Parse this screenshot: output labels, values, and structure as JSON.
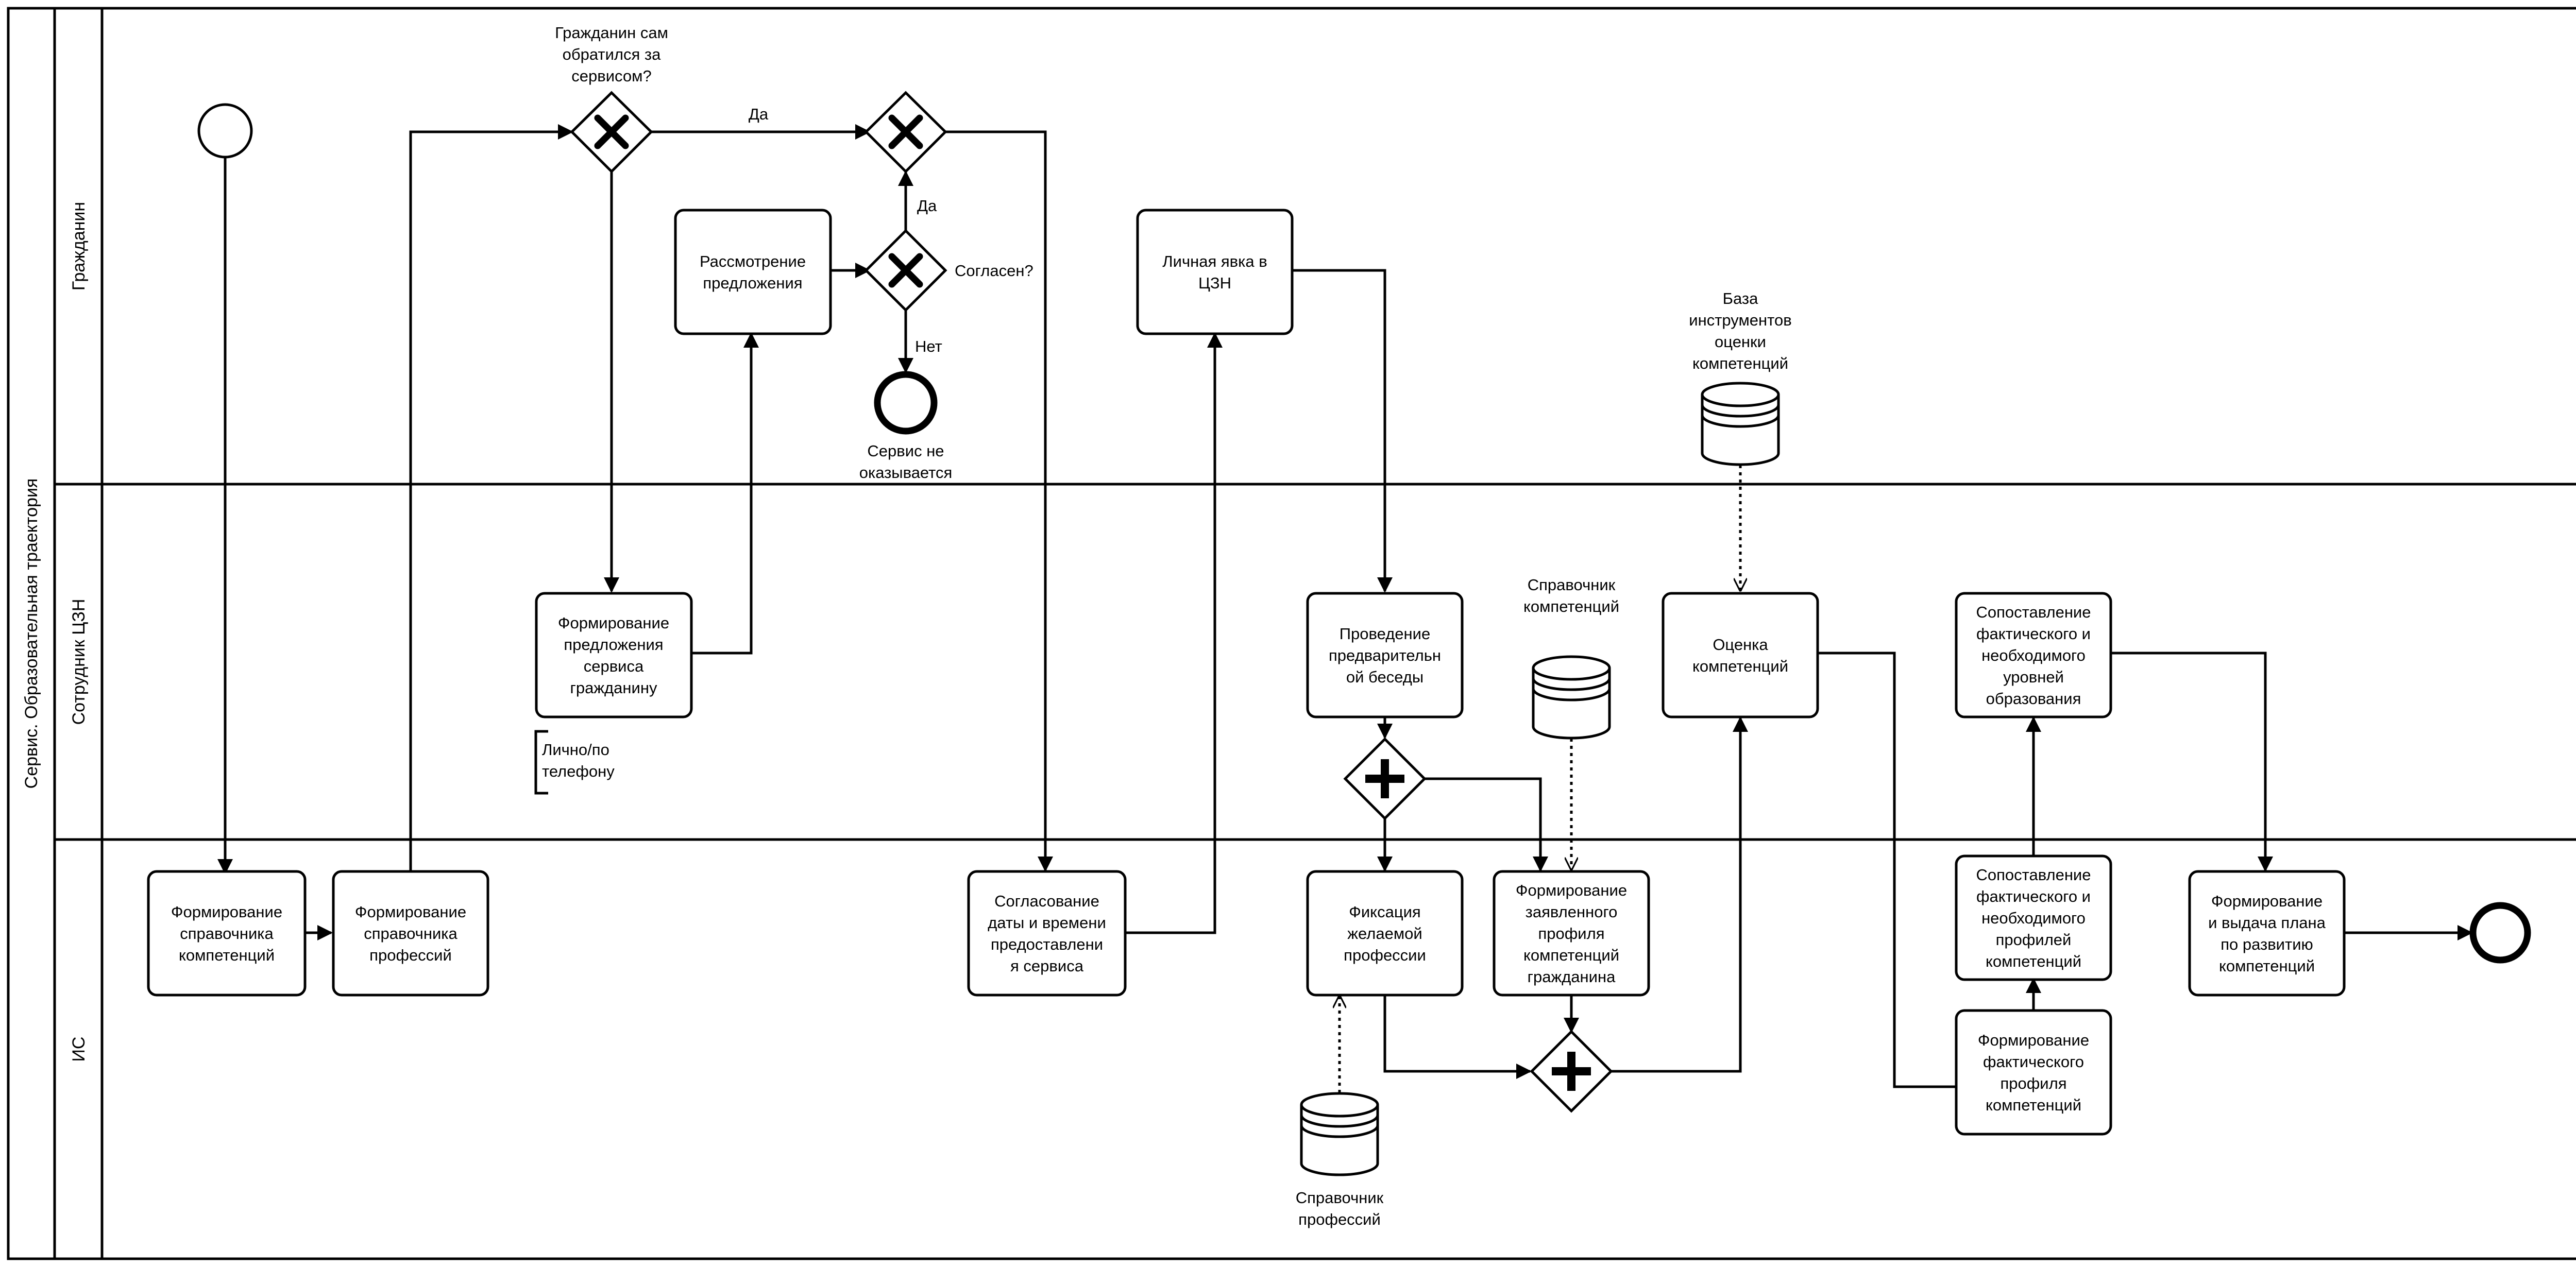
{
  "pool": {
    "title": "Сервис. Образовательная траектория"
  },
  "lanes": [
    {
      "id": "citizen",
      "name": "Гражданин"
    },
    {
      "id": "staff",
      "name": "Сотрудник ЦЗН"
    },
    {
      "id": "is",
      "name": "ИС"
    }
  ],
  "tasks": [
    {
      "id": "t_review",
      "lines": [
        "Рассмотрение",
        "предложения"
      ]
    },
    {
      "id": "t_visit",
      "lines": [
        "Личная явка в",
        "ЦЗН"
      ]
    },
    {
      "id": "t_proposal",
      "lines": [
        "Формирование",
        "предложения",
        "сервиса",
        "гражданину"
      ]
    },
    {
      "id": "t_talk",
      "lines": [
        "Проведение",
        "предварительн",
        "ой беседы"
      ]
    },
    {
      "id": "t_assess",
      "lines": [
        "Оценка",
        "компетенций"
      ]
    },
    {
      "id": "t_cmp_level",
      "lines": [
        "Сопоставление",
        "фактического и",
        "необходимого",
        "уровней",
        "образования"
      ]
    },
    {
      "id": "t_comp_dir",
      "lines": [
        "Формирование",
        "справочника",
        "компетенций"
      ]
    },
    {
      "id": "t_prof_dir",
      "lines": [
        "Формирование",
        "справочника",
        "профессий"
      ]
    },
    {
      "id": "t_agree",
      "lines": [
        "Согласование",
        "даты и времени",
        "предоставлени",
        "я сервиса"
      ]
    },
    {
      "id": "t_fix",
      "lines": [
        "Фиксация",
        "желаемой",
        "профессии"
      ]
    },
    {
      "id": "t_declared",
      "lines": [
        "Формирование",
        "заявленного",
        "профиля",
        "компетенций",
        "гражданина"
      ]
    },
    {
      "id": "t_cmp_prof",
      "lines": [
        "Сопоставление",
        "фактического и",
        "необходимого",
        "профилей",
        "компетенций"
      ]
    },
    {
      "id": "t_actual",
      "lines": [
        "Формирование",
        "фактического",
        "профиля",
        "компетенций"
      ]
    },
    {
      "id": "t_plan",
      "lines": [
        "Формирование",
        "и выдача плана",
        "по развитию",
        "компетенций"
      ]
    }
  ],
  "gateways": [
    {
      "id": "g_self",
      "type": "exclusive",
      "label": [
        "Гражданин сам",
        "обратился за",
        "сервисом?"
      ]
    },
    {
      "id": "g_merge",
      "type": "exclusive",
      "label": []
    },
    {
      "id": "g_agree",
      "type": "exclusive",
      "label": [
        "Согласен?"
      ]
    },
    {
      "id": "g_split",
      "type": "parallel",
      "label": []
    },
    {
      "id": "g_join",
      "type": "parallel",
      "label": []
    }
  ],
  "events": [
    {
      "id": "e_start",
      "type": "start",
      "label": []
    },
    {
      "id": "e_no_service",
      "type": "end",
      "label": [
        "Сервис не",
        "оказывается"
      ]
    },
    {
      "id": "e_end",
      "type": "end",
      "label": []
    }
  ],
  "data_stores": [
    {
      "id": "ds_tools",
      "label": [
        "База",
        "инструментов",
        "оценки",
        "компетенций"
      ]
    },
    {
      "id": "ds_comp",
      "label": [
        "Справочник",
        "компетенций"
      ]
    },
    {
      "id": "ds_prof",
      "label": [
        "Справочник",
        "профессий"
      ]
    }
  ],
  "annotations": [
    {
      "id": "ann_phone",
      "lines": [
        "Лично/по",
        "телефону"
      ]
    }
  ],
  "flow_labels": {
    "yes_top": "Да",
    "yes_up": "Да",
    "no_down": "Нет"
  },
  "colors": {
    "stroke": "#000000",
    "background": "#ffffff"
  }
}
